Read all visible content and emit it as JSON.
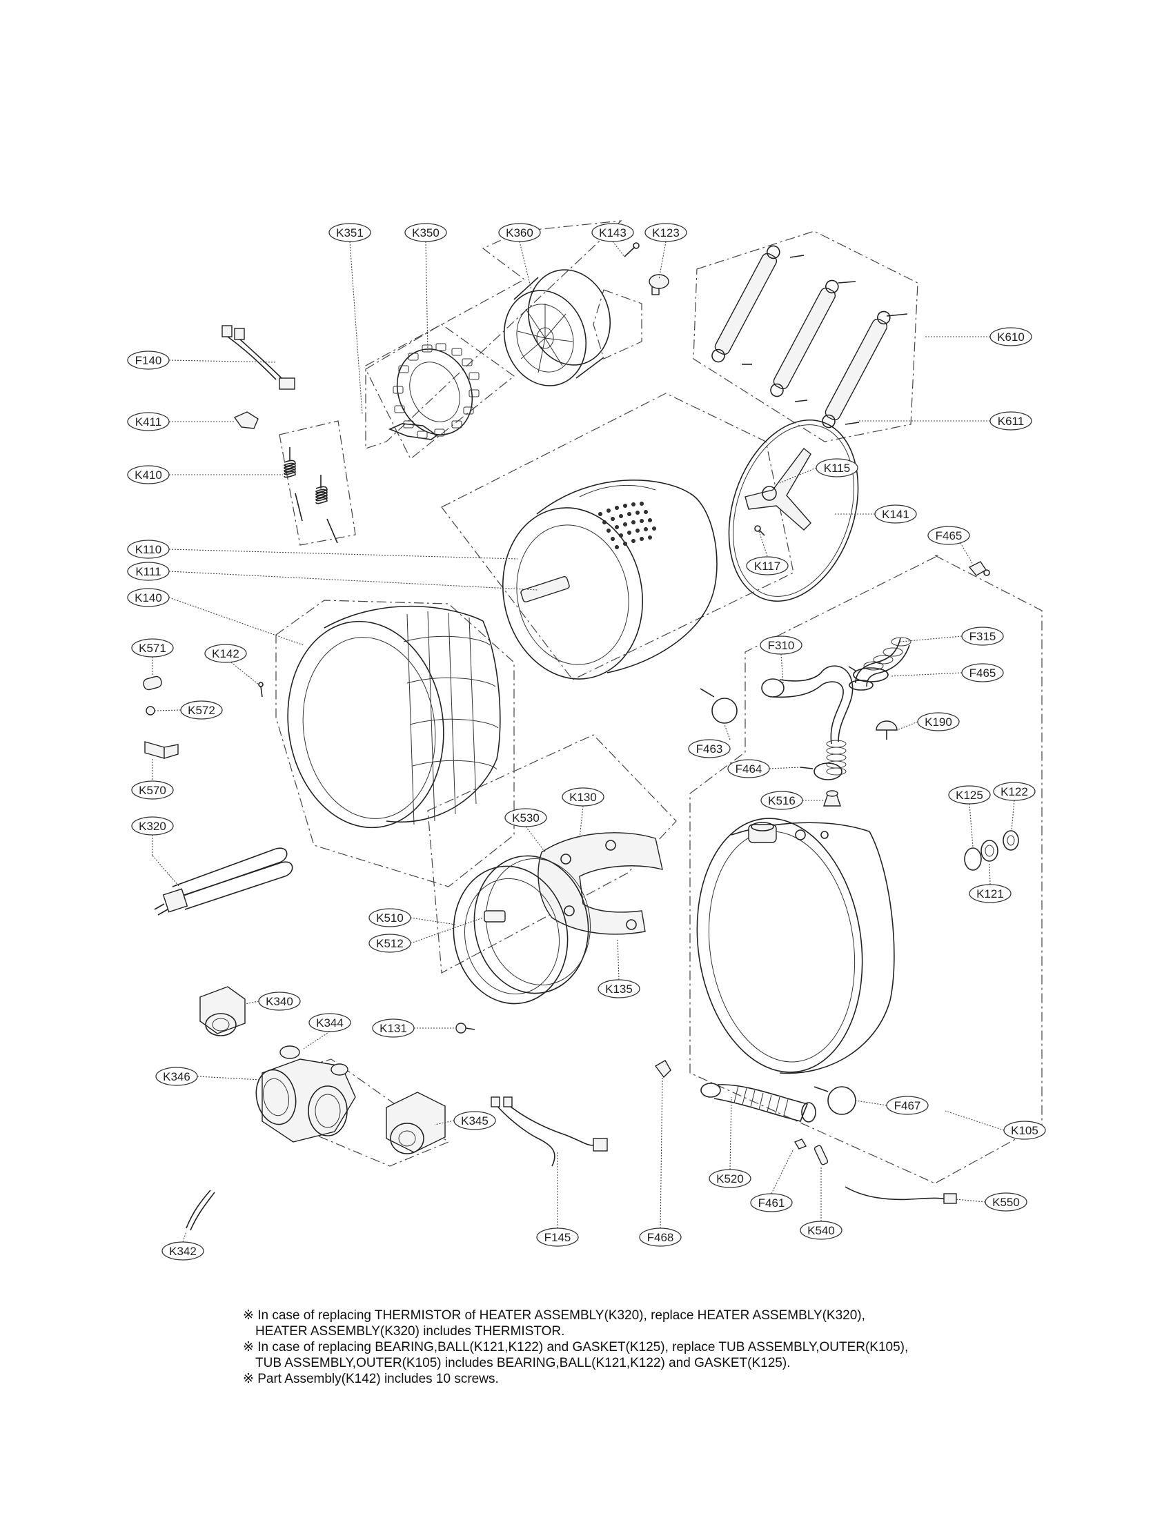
{
  "parts": [
    {
      "id": "K351",
      "text": "K351"
    },
    {
      "id": "K350",
      "text": "K350"
    },
    {
      "id": "K360",
      "text": "K360"
    },
    {
      "id": "K143",
      "text": "K143"
    },
    {
      "id": "K123",
      "text": "K123"
    },
    {
      "id": "F140",
      "text": "F140"
    },
    {
      "id": "K411",
      "text": "K411"
    },
    {
      "id": "K410",
      "text": "K410"
    },
    {
      "id": "K610",
      "text": "K610"
    },
    {
      "id": "K611",
      "text": "K611"
    },
    {
      "id": "K115",
      "text": "K115"
    },
    {
      "id": "K141",
      "text": "K141"
    },
    {
      "id": "K110",
      "text": "K110"
    },
    {
      "id": "K111",
      "text": "K111"
    },
    {
      "id": "K117",
      "text": "K117"
    },
    {
      "id": "F465a",
      "text": "F465"
    },
    {
      "id": "K140",
      "text": "K140"
    },
    {
      "id": "K571",
      "text": "K571"
    },
    {
      "id": "K142",
      "text": "K142"
    },
    {
      "id": "K572",
      "text": "K572"
    },
    {
      "id": "K570",
      "text": "K570"
    },
    {
      "id": "F310",
      "text": "F310"
    },
    {
      "id": "F315",
      "text": "F315"
    },
    {
      "id": "F465b",
      "text": "F465"
    },
    {
      "id": "K190",
      "text": "K190"
    },
    {
      "id": "F463",
      "text": "F463"
    },
    {
      "id": "F464",
      "text": "F464"
    },
    {
      "id": "K516",
      "text": "K516"
    },
    {
      "id": "K125",
      "text": "K125"
    },
    {
      "id": "K122",
      "text": "K122"
    },
    {
      "id": "K121",
      "text": "K121"
    },
    {
      "id": "K320",
      "text": "K320"
    },
    {
      "id": "K530",
      "text": "K530"
    },
    {
      "id": "K130",
      "text": "K130"
    },
    {
      "id": "K510",
      "text": "K510"
    },
    {
      "id": "K512",
      "text": "K512"
    },
    {
      "id": "K135",
      "text": "K135"
    },
    {
      "id": "K340",
      "text": "K340"
    },
    {
      "id": "K344",
      "text": "K344"
    },
    {
      "id": "K131",
      "text": "K131"
    },
    {
      "id": "K346",
      "text": "K346"
    },
    {
      "id": "K345",
      "text": "K345"
    },
    {
      "id": "F467",
      "text": "F467"
    },
    {
      "id": "K105",
      "text": "K105"
    },
    {
      "id": "K520",
      "text": "K520"
    },
    {
      "id": "F461",
      "text": "F461"
    },
    {
      "id": "K550",
      "text": "K550"
    },
    {
      "id": "K540",
      "text": "K540"
    },
    {
      "id": "K342",
      "text": "K342"
    },
    {
      "id": "F145",
      "text": "F145"
    },
    {
      "id": "F468",
      "text": "F468"
    }
  ],
  "notes": [
    {
      "mark": "※",
      "line1": "In case of replacing THERMISTOR of HEATER ASSEMBLY(K320), replace HEATER ASSEMBLY(K320),",
      "line2": "HEATER ASSEMBLY(K320) includes THERMISTOR."
    },
    {
      "mark": "※",
      "line1": "In case of replacing BEARING,BALL(K121,K122) and GASKET(K125), replace TUB ASSEMBLY,OUTER(K105),",
      "line2": "TUB ASSEMBLY,OUTER(K105) includes BEARING,BALL(K121,K122) and GASKET(K125)."
    },
    {
      "mark": "※",
      "line1": "Part Assembly(K142) includes 10 screws.",
      "line2": ""
    }
  ]
}
